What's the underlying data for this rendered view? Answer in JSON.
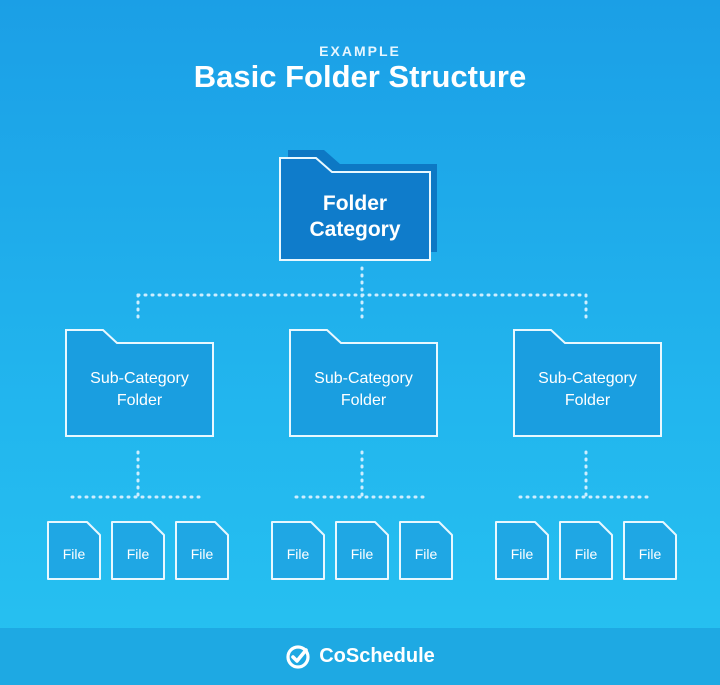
{
  "header": {
    "eyebrow": "EXAMPLE",
    "title": "Basic Folder Structure"
  },
  "root": {
    "line1": "Folder",
    "line2": "Category"
  },
  "branches": [
    {
      "line1": "Sub-Category",
      "line2": "Folder",
      "files": [
        "File",
        "File",
        "File"
      ]
    },
    {
      "line1": "Sub-Category",
      "line2": "Folder",
      "files": [
        "File",
        "File",
        "File"
      ]
    },
    {
      "line1": "Sub-Category",
      "line2": "Folder",
      "files": [
        "File",
        "File",
        "File"
      ]
    }
  ],
  "footer": {
    "brand": "CoSchedule",
    "logo_icon": "checkmark-badge-icon"
  },
  "colors": {
    "background": "#22b6ee",
    "root_fill": "#0d78c4",
    "folder_fill": "#1a9ee0",
    "outline": "#e8f8ff",
    "footer": "#1ea9e3"
  }
}
